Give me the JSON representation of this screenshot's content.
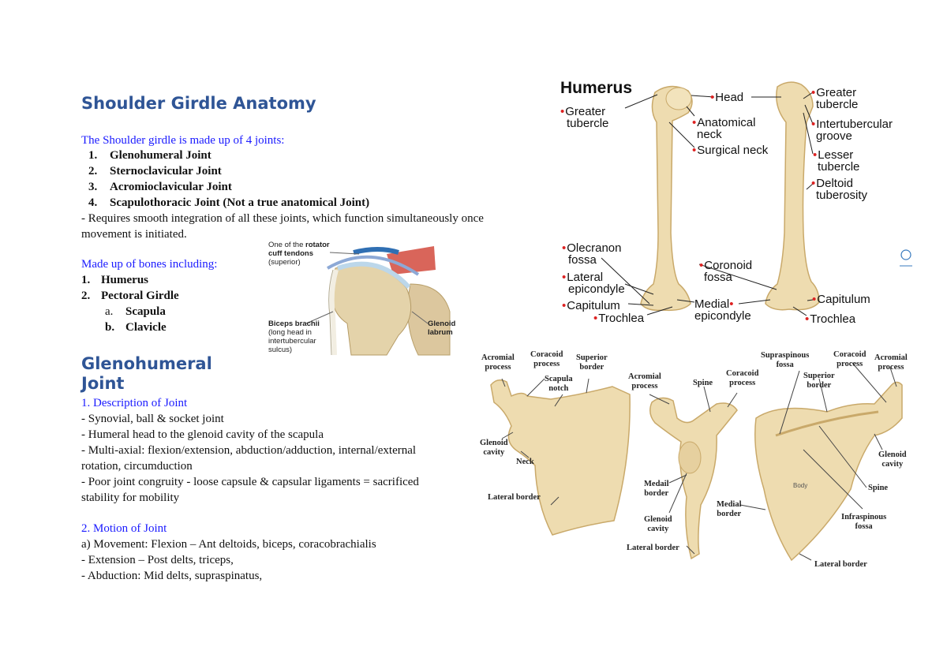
{
  "title": "Shoulder Girdle Anatomy",
  "intro": "The Shoulder girdle is made up of 4 joints:",
  "joints": [
    "Glenohumeral Joint",
    "Sternoclavicular Joint",
    "Acromioclavicular Joint",
    "Scapulothoracic Joint (Not a true anatomical Joint)"
  ],
  "integration_line1": "- Requires smooth integration of all these joints, which function simultaneously once",
  "integration_line2": "movement is initiated.",
  "bones_heading": "Made up of bones including:",
  "bones": [
    "Humerus",
    "Pectoral Girdle"
  ],
  "bones_sub": [
    "Scapula",
    "Clavicle"
  ],
  "glenohumeral": {
    "heading_line1": "Glenohumeral",
    "heading_line2": "Joint",
    "desc_heading": "1. Description of Joint",
    "desc_lines": [
      "- Synovial, ball & socket joint",
      "- Humeral head to the glenoid cavity of the scapula",
      "- Multi-axial: flexion/extension, abduction/adduction, internal/external",
      "rotation, circumduction",
      "- Poor joint congruity - loose capsule & capsular ligaments = sacrificed",
      "stability for mobility"
    ],
    "motion_heading": "2. Motion of Joint",
    "motion_lines": [
      "a) Movement: Flexion – Ant deltoids, biceps, coracobrachialis",
      "- Extension – Post delts, triceps,",
      "- Abduction: Mid delts, supraspinatus,"
    ]
  },
  "shoulder_figure": {
    "rotator_label": [
      "One of the ",
      "rotator",
      "cuff tendons",
      "(superior)"
    ],
    "biceps_label": [
      "Biceps brachii",
      "(long head in",
      "intertubercular",
      "sulcus)"
    ],
    "glenoid_label": [
      "Glenoid",
      "labrum"
    ]
  },
  "humerus_figure": {
    "title": "Humerus",
    "labels": {
      "greater_tubercle_left": [
        "Greater",
        "tubercle"
      ],
      "head": "Head",
      "anatomical_neck": [
        "Anatomical",
        "neck"
      ],
      "surgical_neck": "Surgical neck",
      "greater_tubercle_right": [
        "Greater",
        "tubercle"
      ],
      "intertubercular": [
        "Intertubercular",
        "groove"
      ],
      "lesser_tubercle": [
        "Lesser",
        "tubercle"
      ],
      "deltoid": [
        "Deltoid",
        "tuberosity"
      ],
      "olecranon": [
        "Olecranon",
        "fossa"
      ],
      "lateral_epicondyle": [
        "Lateral",
        "epicondyle"
      ],
      "capitulum_left": "Capitulum",
      "trochlea_left": "Trochlea",
      "coronoid": [
        "Coronoid",
        "fossa"
      ],
      "medial_epicondyle": [
        "Medial",
        "epicondyle"
      ],
      "capitulum_right": "Capitulum",
      "trochlea_right": "Trochlea"
    }
  },
  "scapula_figure": {
    "labels": {
      "acromial_left": [
        "Acromial",
        "process"
      ],
      "coracoid_left": [
        "Coracoid",
        "process"
      ],
      "superior_left": [
        "Superior",
        "border"
      ],
      "scapula_notch": [
        "Scapula",
        "notch"
      ],
      "glenoid_left": [
        "Glenoid",
        "cavity"
      ],
      "neck": "Neck",
      "lateral_left": "Lateral border",
      "acromial_mid": [
        "Acromial",
        "process"
      ],
      "spine_mid": "Spine",
      "coracoid_mid": [
        "Coracoid",
        "process"
      ],
      "medial_mid": [
        "Medail",
        "border"
      ],
      "glenoid_mid": [
        "Glenoid",
        "cavity"
      ],
      "lateral_mid": "Lateral border",
      "supraspinous": [
        "Supraspinous",
        "fossa"
      ],
      "coracoid_right": [
        "Coracoid",
        "process"
      ],
      "acromial_right": [
        "Acromial",
        "process"
      ],
      "superior_right": [
        "Superior",
        "border"
      ],
      "glenoid_right": [
        "Glenoid",
        "cavity"
      ],
      "spine_right": "Spine",
      "body": "Body",
      "medial_right": [
        "Medial",
        "border"
      ],
      "infraspinous": [
        "Infraspinous",
        "fossa"
      ],
      "lateral_right": "Lateral border"
    }
  },
  "colors": {
    "heading": "#2f5596",
    "blue_text": "#1a1aff",
    "bone": "#eedcb0",
    "bone_dark": "#c9a96a",
    "label_dot": "#dd2222"
  }
}
